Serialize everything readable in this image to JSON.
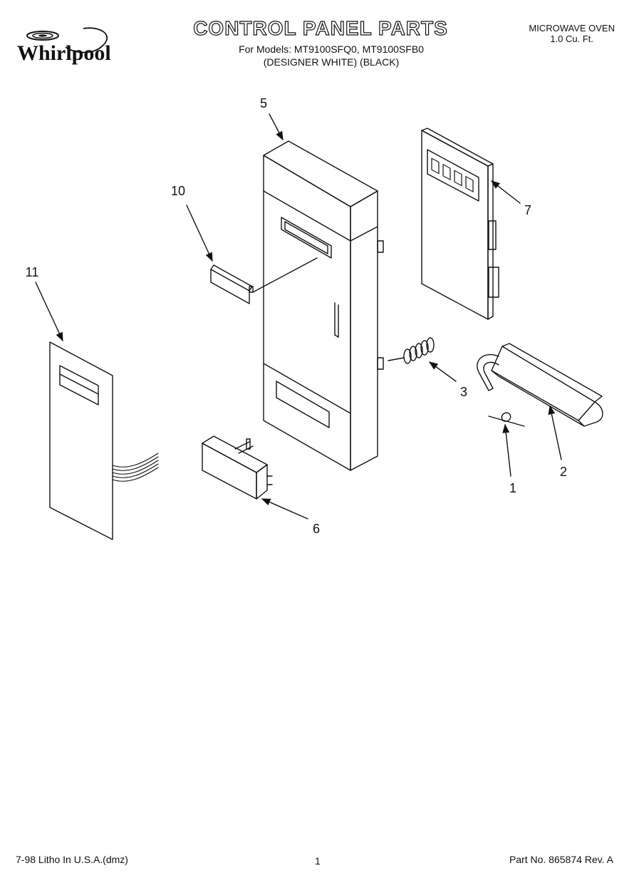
{
  "header": {
    "brand": "Whirlpool",
    "title": "CONTROL PANEL PARTS",
    "models_line": "For Models: MT9100SFQ0, MT9100SFB0",
    "colors_line": "(DESIGNER WHITE) (BLACK)",
    "product": "MICROWAVE OVEN",
    "capacity": "1.0 Cu. Ft."
  },
  "callouts": {
    "part_1": "1",
    "part_2": "2",
    "part_3": "3",
    "part_5": "5",
    "part_6": "6",
    "part_7": "7",
    "part_10": "10",
    "part_11": "11"
  },
  "footer": {
    "print_info": "7-98 Litho In U.S.A.(dmz)",
    "page_number": "1",
    "part_number": "Part No. 865874 Rev. A"
  },
  "colors": {
    "ink": "#111111",
    "paper": "#ffffff"
  }
}
